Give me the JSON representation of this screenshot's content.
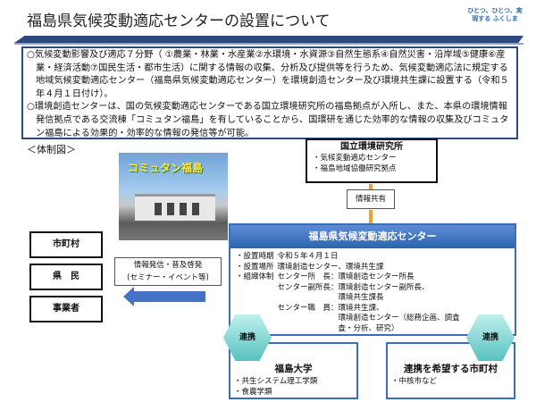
{
  "header": {
    "title": "福島県気候変動適応センターの設置について",
    "logo_text": "ひとつ、ひとつ、実現する ふくしま"
  },
  "intro": [
    "○気候変動影響及び適応７分野（ ①農業・林業・水産業②水環境・水資源③自然生態系④自然災害・沿岸域⑤健康⑥産業・経済活動⑦国民生活・都市生活）に関する情報の収集、分析及び提供等を行うため、気候変動適応法に規定する地域気候変動適応センター（福島県気候変動適応センター）を環境創造センター及び環境共生課に設置する（令和５年４月１日付け）。",
    "○環境創造センターは、国の気候変動適応センターである国立環境研究所の福島拠点が入所し、また、本県の環境情報発信拠点である交流棟「コミュタン福島」を有していることから、国環研を通じた効率的な情報の収集及びコミュタン福島による効果的・効率的な情報の発信等が可能。"
  ],
  "diagram": {
    "heading": "＜体制図＞",
    "photo_caption": "コミュタン福島",
    "nies": {
      "title": "国立環境研究所",
      "items": [
        "・気候変動適応センター",
        "・福島地域協働研究拠点"
      ]
    },
    "share_label": "情報共有",
    "center": {
      "title": "福島県気候変動適応センター",
      "rows": [
        [
          "・設置時期",
          "令和５年４月１日"
        ],
        [
          "・設置場所",
          "環境創造センター、環境共生課"
        ],
        [
          "・組織体制",
          "センター所　長：環境創造センター所長"
        ],
        [
          "",
          "センター副所長：環境創造センター副所長、"
        ],
        [
          "",
          "　　　　　　　　環境共生課長"
        ],
        [
          "",
          "センター職　員：環境共生課、"
        ],
        [
          "",
          "　　　　　　　　環境創造センター（総務企画、調査"
        ],
        [
          "",
          "　　　　　　　　査・分析、研究）"
        ]
      ]
    },
    "left_boxes": [
      "市町村",
      "県　民",
      "事業者"
    ],
    "outreach": [
      "情報発信・普及啓発",
      "(セミナー・イベント等)"
    ],
    "hex_label": "連携",
    "univ": {
      "title": "福島大学",
      "items": [
        "・共生システム理工学類",
        "・食農学類"
      ]
    },
    "muni": {
      "title": "連携を希望する市町村",
      "items": [
        "・中核市など"
      ]
    }
  },
  "colors": {
    "accent": "#2c4a7c",
    "box_border": "#3a6fb8",
    "arrow_orange": "#f0a030",
    "hex": "#58c2c0"
  }
}
